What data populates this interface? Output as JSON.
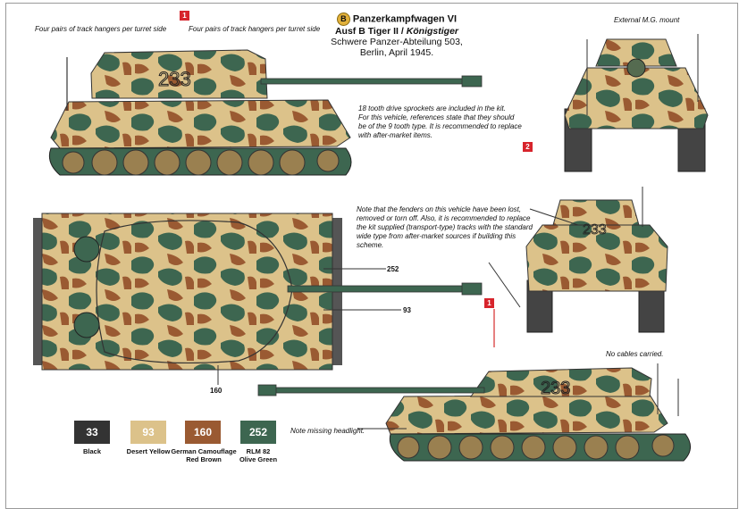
{
  "title": {
    "badge": "B",
    "line1": "Panzerkampfwagen VI",
    "line2_prefix": "Ausf B Tiger II / ",
    "line2_italic": "Königstiger",
    "line3": "Schwere Panzer-Abteilung 503,",
    "line4": "Berlin, April 1945."
  },
  "notes": {
    "hangers_left": "Four pairs of track hangers per turret side",
    "hangers_right": "Four pairs of track hangers per turret side",
    "external_mg": "External M.G. mount",
    "sprockets": [
      "18 tooth drive sprockets are included in the kit.",
      "For this vehicle, references state that they should",
      "be of the 9 tooth type. It is recommended to replace",
      "with after-market items."
    ],
    "fenders": [
      "Note that the fenders on this vehicle have been lost,",
      "removed or torn off. Also, it is recommended to replace",
      "the kit supplied (transport-type) tracks with the standard",
      "wide type from after-market sources if building this",
      "scheme."
    ],
    "no_cables": "No cables carried.",
    "headlight": "Note missing headlight."
  },
  "markers": {
    "m1_top": "1",
    "m2": "2",
    "m1_mid": "1"
  },
  "turret_number": "233",
  "callouts": {
    "c252": "252",
    "c93": "93",
    "c160": "160"
  },
  "colors": {
    "black": "#333333",
    "desert_yellow": "#dcc28a",
    "red_brown": "#9a5a32",
    "olive_green": "#3d6650"
  },
  "swatches": [
    {
      "code": "33",
      "label": "Black",
      "label2": ""
    },
    {
      "code": "93",
      "label": "Desert Yellow",
      "label2": ""
    },
    {
      "code": "160",
      "label": "German Camouflage",
      "label2": "Red Brown"
    },
    {
      "code": "252",
      "label": "RLM 82",
      "label2": "Olive Green"
    }
  ]
}
